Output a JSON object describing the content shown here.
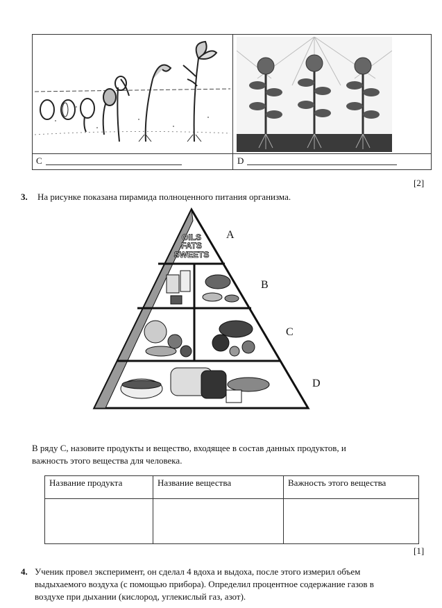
{
  "top_table": {
    "left_label": "C",
    "right_label": "D",
    "score": "[2]"
  },
  "question3": {
    "number": "3.",
    "text": "На рисунке показана пирамида полноценного питания организма.",
    "pyramid": {
      "top_text": [
        "OILS",
        "FATS",
        "SWEETS"
      ],
      "levels": [
        "A",
        "B",
        "C",
        "D"
      ]
    },
    "instruction_line1": "В ряду С, назовите продукты и вещество, входящее в состав данных продуктов, и",
    "instruction_line2": "важность этого вещества для человека.",
    "table_headers": [
      "Название продукта",
      "Название вещества",
      "Важность этого вещества"
    ],
    "score": "[1]"
  },
  "question4": {
    "number": "4.",
    "line1": "Ученик провел эксперимент, он сделал 4 вдоха и выдоха, после этого измерил объем",
    "line2": "выдыхаемого воздуха (с помощью прибора).  Определил процентное содержание газов в",
    "line3": "воздухе при дыхании (кислород, углекислый газ, азот)."
  }
}
